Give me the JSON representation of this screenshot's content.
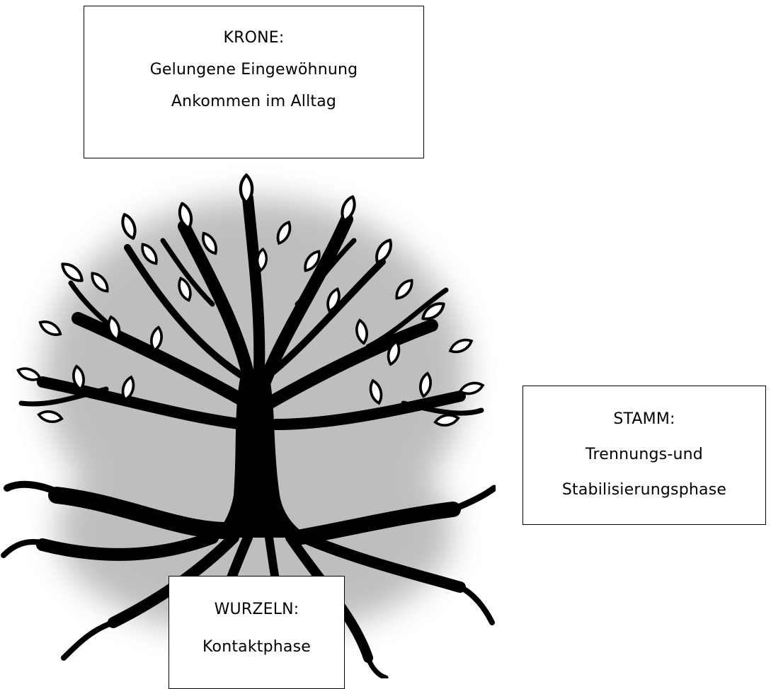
{
  "krone": {
    "title": "KRONE:",
    "line1": "Gelungene Eingewöhnung",
    "line2": "Ankommen im Alltag"
  },
  "stamm": {
    "title": "STAMM:",
    "line1": "Trennungs-und",
    "line2": "Stabilisierungsphase"
  },
  "wurzeln": {
    "title": "WURZELN:",
    "line1": "Kontaktphase"
  },
  "colors": {
    "ink": "#000000",
    "shadow": "#7a7a7a",
    "background": "#ffffff"
  },
  "illustration": "tree-of-life-icon"
}
